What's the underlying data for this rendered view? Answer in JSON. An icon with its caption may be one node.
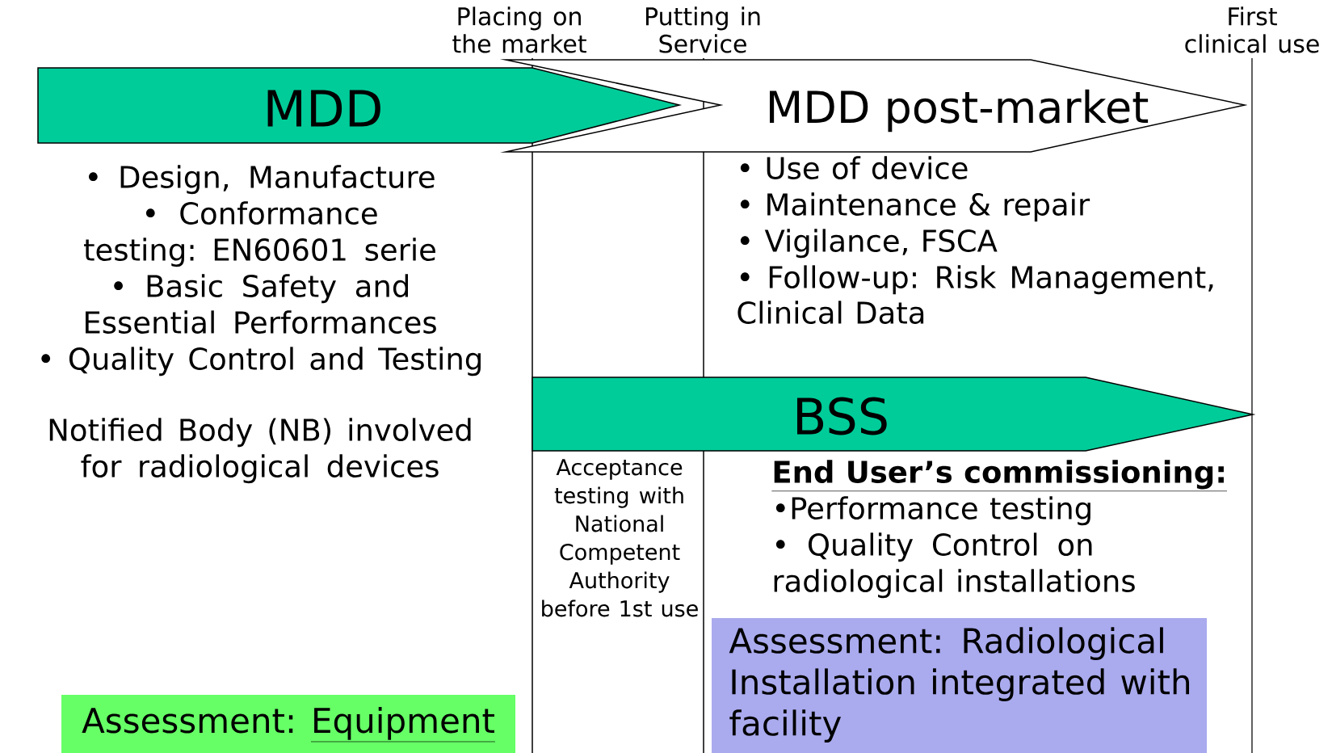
{
  "diagram": {
    "nodes": [
      {
        "text": [
          "MDD"
        ]
      },
      {
        "text": [
          "MDD post-market"
        ]
      },
      {
        "text": [
          "BSS"
        ]
      },
      {
        "text": [
          "Assessment:",
          "Equipment"
        ]
      },
      {
        "text": [
          "Assessment:",
          "Radiological Installation integrated with facility"
        ]
      }
    ],
    "labels": [
      "Placing on the market",
      "Putting in Service",
      "First clinical use",
      "• Design, Manufacture",
      "• Conformance testing: EN60601 serie",
      "• Basic Safety and Essential Performances",
      "• Quality Control and Testing",
      "• Use of device",
      "• Maintenance & repair",
      "• Vigilance, FSCA",
      "• Follow-up: Risk Management, Clinical Data",
      "Notified Body (NB) involved for radiological devices",
      "Acceptance testing with National Competent Authority before 1st use",
      "End User’s commissioning:",
      "•Performance testing",
      "• Quality Control on radiological installations"
    ]
  }
}
